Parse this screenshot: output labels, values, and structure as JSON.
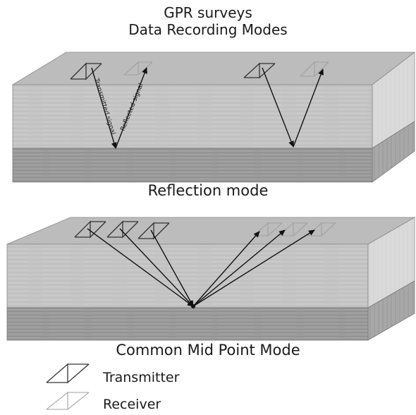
{
  "title": {
    "line1": "GPR surveys",
    "line2": "Data Recording Modes"
  },
  "panels": [
    {
      "caption": "Reflection mode",
      "arrow_labels": [
        "Transmitted signal",
        "Reflected signal"
      ]
    },
    {
      "caption": "Common Mid Point Mode"
    }
  ],
  "legend": {
    "transmitter": "Transmitter",
    "receiver": "Receiver"
  },
  "colors": {
    "block_front": "#c9c9c9",
    "block_top": "#bdbdbd",
    "block_side": "#dcdcdc",
    "lower_layer": "#9a9a9a",
    "antenna_transmitter": "#333333",
    "antenna_receiver": "#9a9a9a",
    "ray": "#111111"
  }
}
